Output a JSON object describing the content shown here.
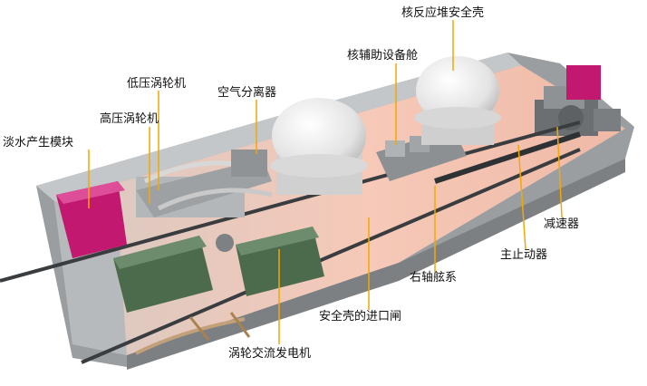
{
  "labels": {
    "reactor_containment": "核反应堆安全壳",
    "auxiliary_cabin": "核辅助设备舱",
    "lp_turbine": "低压涡轮机",
    "air_separator": "空气分离器",
    "hp_turbine": "高压涡轮机",
    "freshwater_module": "淡水产生模块",
    "reduction_gear": "减速器",
    "main_thrust_block": "主止动器",
    "starboard_shafting": "右轴舷系",
    "containment_entry_gate": "安全壳的进口闸",
    "turbo_ac_generator": "涡轮交流发电机"
  },
  "colors": {
    "callout_line": "#f2a900",
    "hull_grey": "#8a8e91",
    "module_magenta": "#c2186f",
    "dome_white": "#f1f1f1",
    "generator_green": "#4c6b4c",
    "floor_glow": "#f7c7b5"
  }
}
